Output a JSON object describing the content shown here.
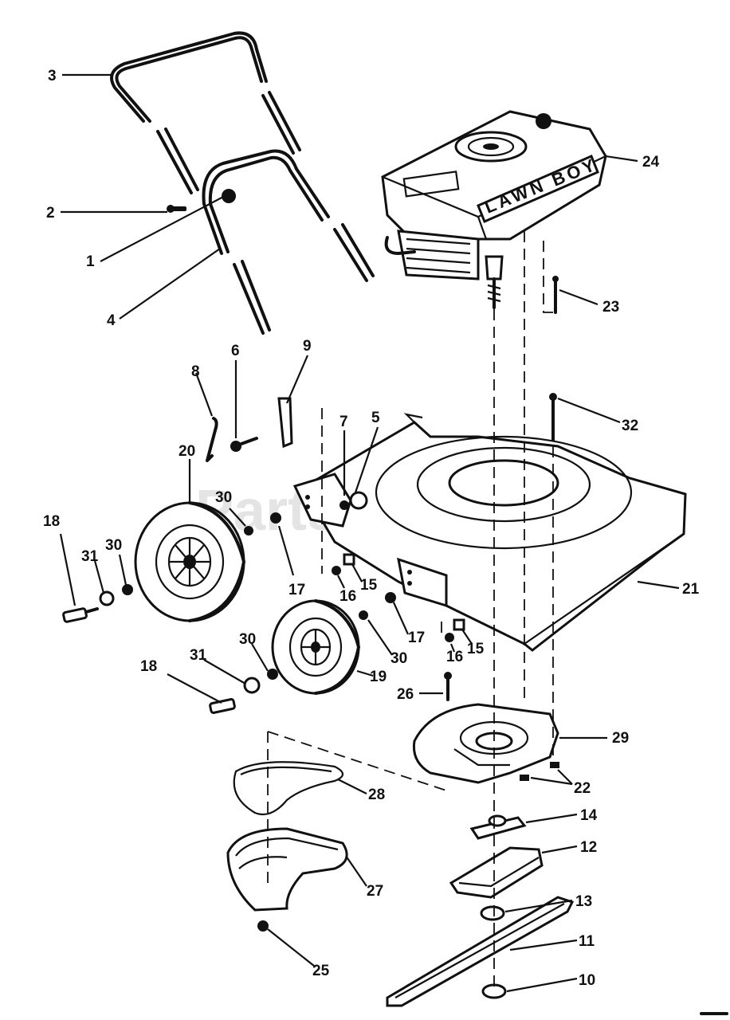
{
  "diagram": {
    "brand_text": "LAWN BOY",
    "watermark": "PartsTree",
    "colors": {
      "ink": "#111111",
      "paper": "#ffffff",
      "watermark": "#cfcfcf"
    },
    "callouts": [
      "3",
      "2",
      "1",
      "4",
      "24",
      "23",
      "32",
      "9",
      "6",
      "8",
      "7",
      "5",
      "20",
      "30",
      "18",
      "31",
      "30",
      "17",
      "16",
      "15",
      "21",
      "17",
      "16",
      "15",
      "30",
      "30",
      "31",
      "18",
      "19",
      "26",
      "29",
      "22",
      "28",
      "14",
      "12",
      "27",
      "13",
      "11",
      "25",
      "10"
    ]
  }
}
